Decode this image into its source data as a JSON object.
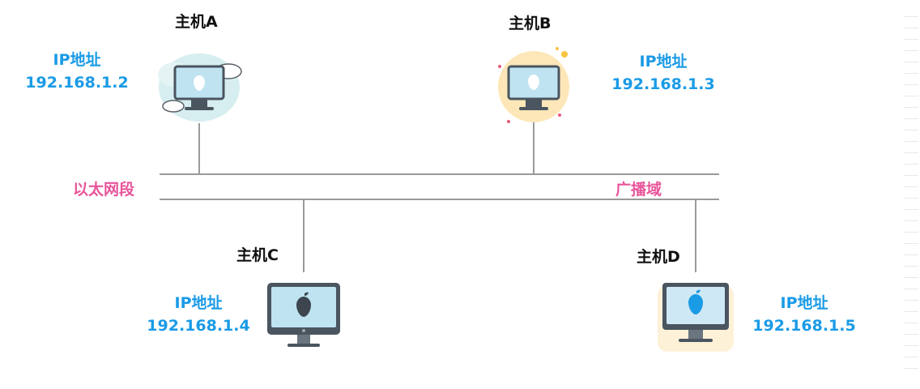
{
  "diagram": {
    "segment_label": "以太网段",
    "broadcast_label": "广播域",
    "hosts": [
      {
        "id": "A",
        "name": "主机A",
        "ip_label": "IP地址",
        "ip": "192.168.1.2"
      },
      {
        "id": "B",
        "name": "主机B",
        "ip_label": "IP地址",
        "ip": "192.168.1.3"
      },
      {
        "id": "C",
        "name": "主机C",
        "ip_label": "IP地址",
        "ip": "192.168.1.4"
      },
      {
        "id": "D",
        "name": "主机D",
        "ip_label": "IP地址",
        "ip": "192.168.1.5"
      }
    ]
  },
  "colors": {
    "ip": "#1a9be6",
    "segment": "#e8559a",
    "line": "#9a9a9a",
    "screen": "#bfe3f0",
    "bezel": "#4a5560"
  }
}
